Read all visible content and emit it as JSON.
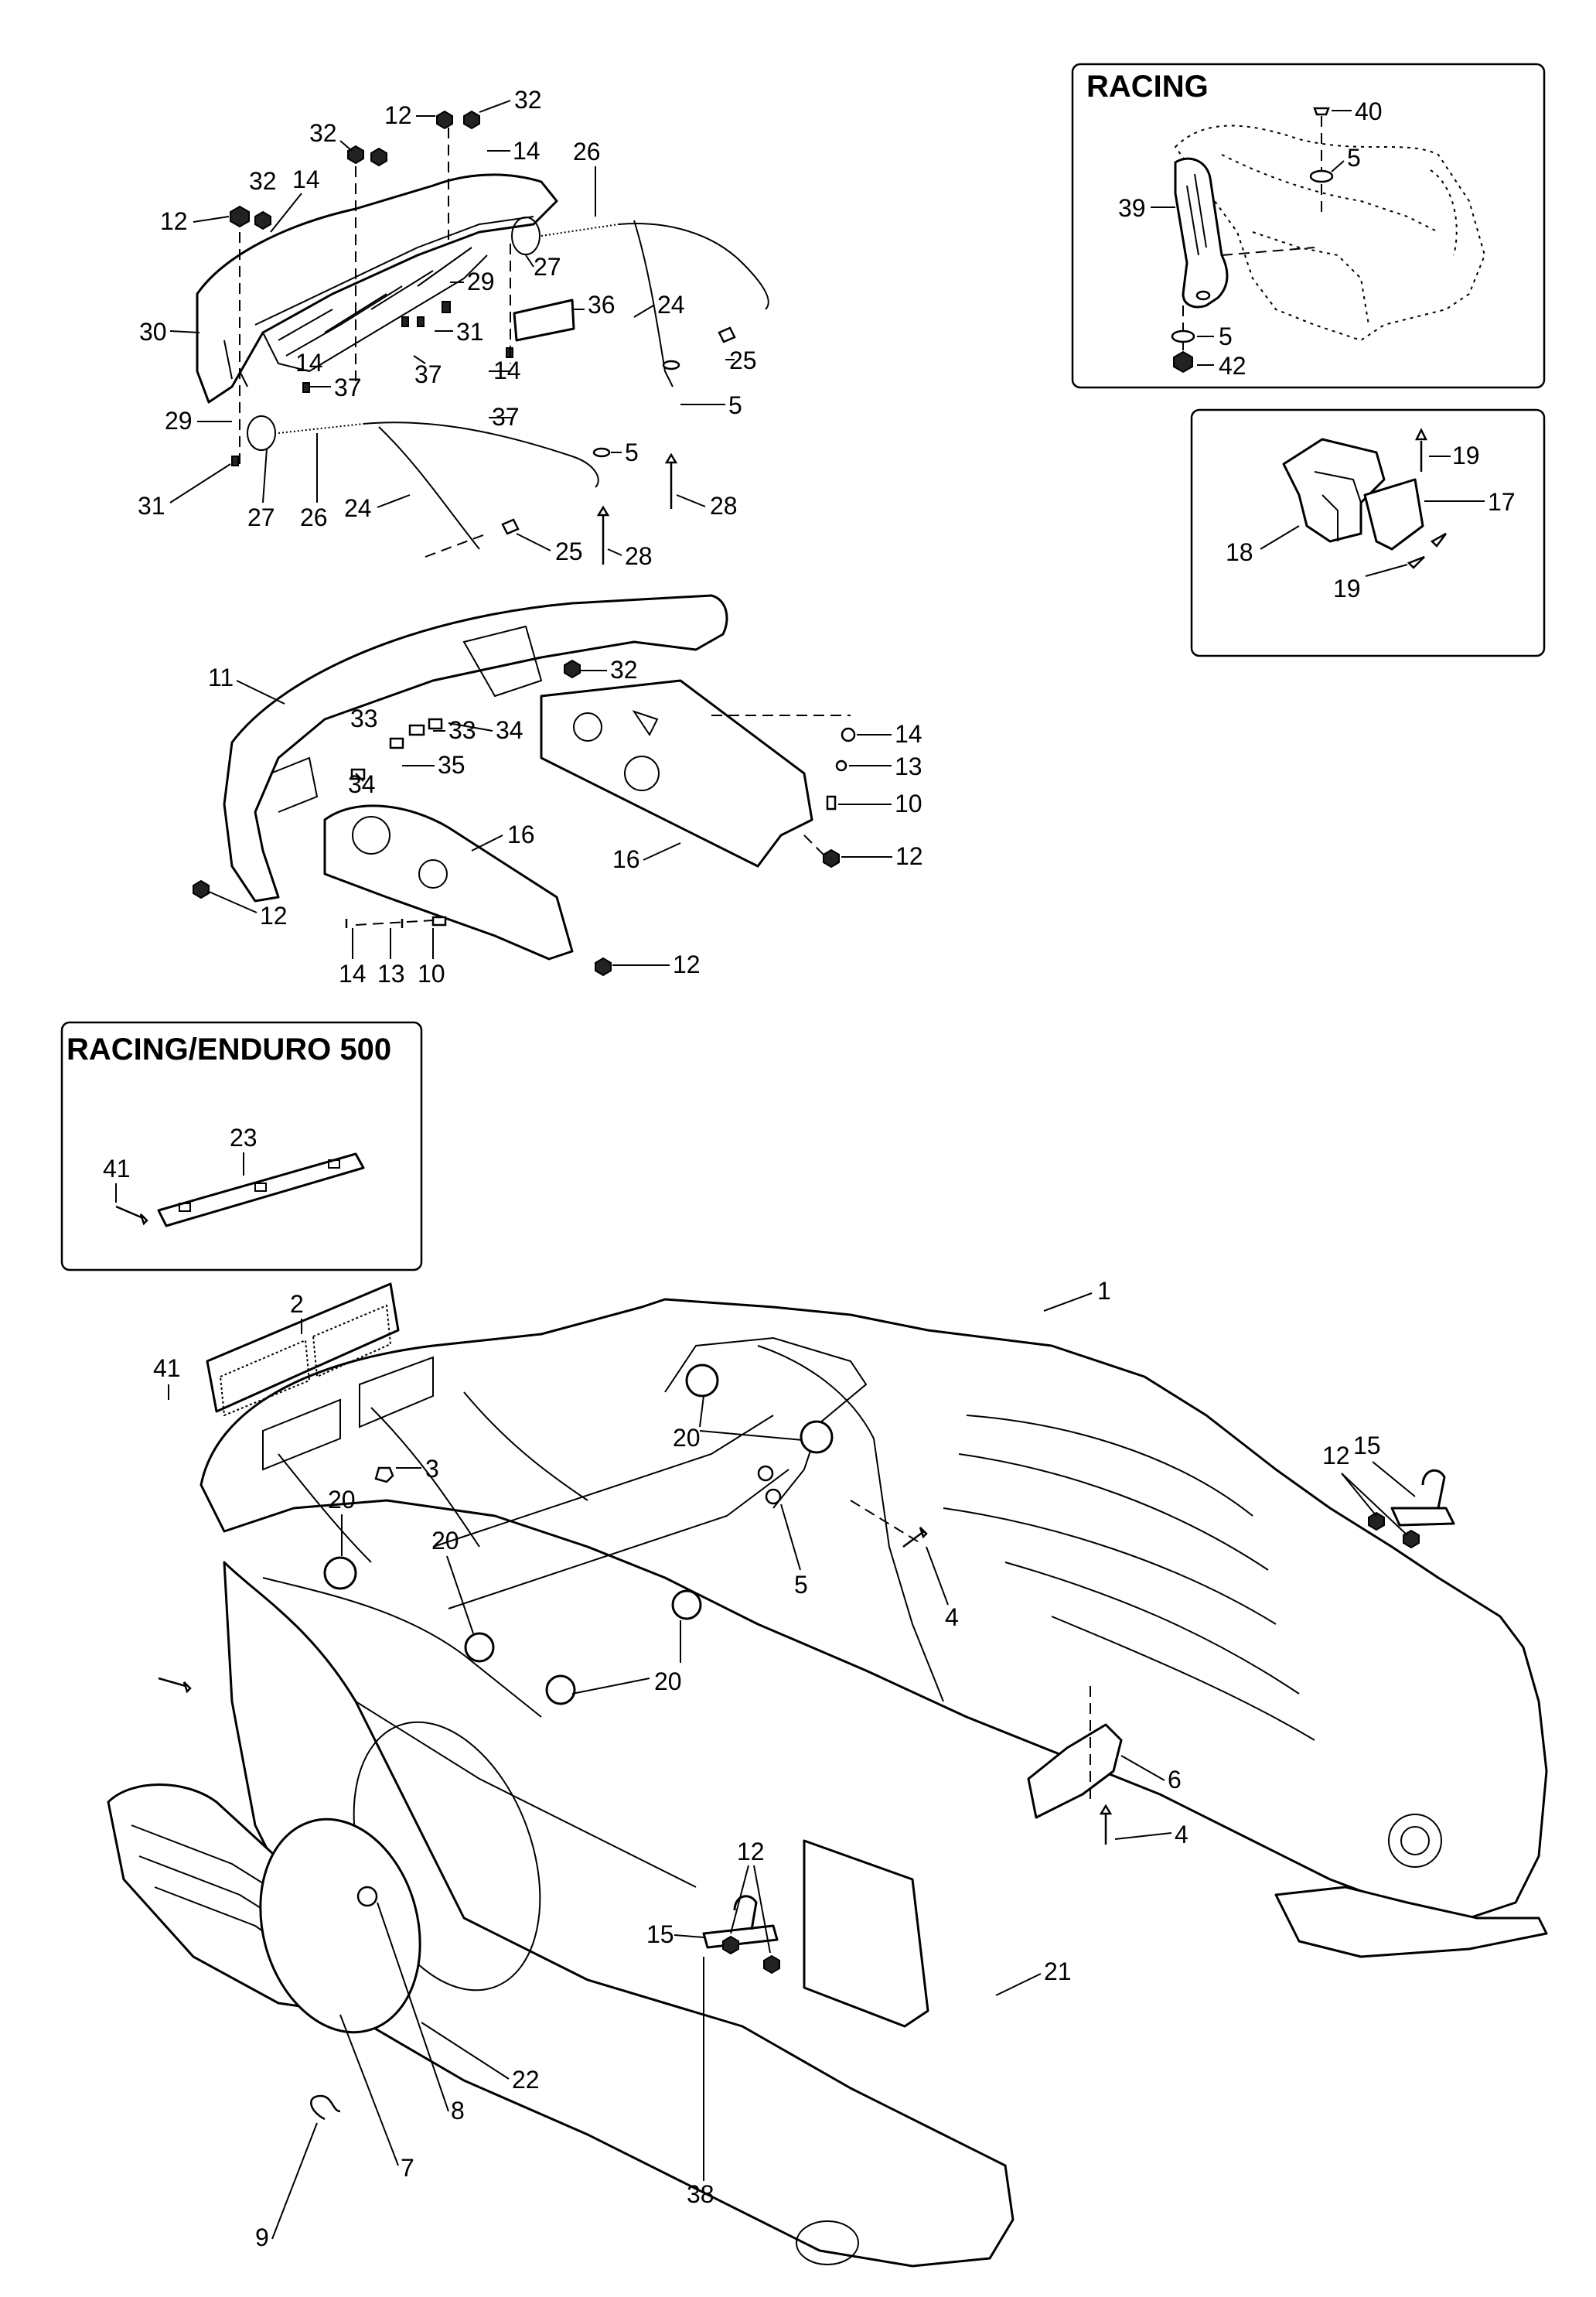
{
  "insets": {
    "racing": {
      "title": "RACING"
    },
    "racing_enduro": {
      "title": "RACING/ENDURO 500"
    }
  },
  "callouts": {
    "n1": "1",
    "n2": "2",
    "n3": "3",
    "n4a": "4",
    "n4b": "4",
    "n5a": "5",
    "n5b": "5",
    "n5c": "5",
    "n5d": "5",
    "n5e": "5",
    "n6": "6",
    "n7": "7",
    "n8": "8",
    "n9": "9",
    "n10a": "10",
    "n10b": "10",
    "n11": "11",
    "n12a": "12",
    "n12b": "12",
    "n12c": "12",
    "n12d": "12",
    "n12e": "12",
    "n12f": "12",
    "n12g": "12",
    "n13a": "13",
    "n13b": "13",
    "n14a": "14",
    "n14b": "14",
    "n14c": "14",
    "n14d": "14",
    "n14e": "14",
    "n14f": "14",
    "n15a": "15",
    "n15b": "15",
    "n16a": "16",
    "n16b": "16",
    "n17": "17",
    "n18": "18",
    "n19a": "19",
    "n19b": "19",
    "n20a": "20",
    "n20b": "20",
    "n20c": "20",
    "n20d": "20",
    "n21": "21",
    "n22": "22",
    "n23": "23",
    "n24a": "24",
    "n24b": "24",
    "n25a": "25",
    "n25b": "25",
    "n26a": "26",
    "n26b": "26",
    "n27a": "27",
    "n27b": "27",
    "n28a": "28",
    "n28b": "28",
    "n29a": "29",
    "n29b": "29",
    "n30": "30",
    "n31a": "31",
    "n31b": "31",
    "n32a": "32",
    "n32b": "32",
    "n32c": "32",
    "n32d": "32",
    "n33a": "33",
    "n33b": "33",
    "n34a": "34",
    "n34b": "34",
    "n35": "35",
    "n36": "36",
    "n37a": "37",
    "n37b": "37",
    "n37c": "37",
    "n38": "38",
    "n39": "39",
    "n40": "40",
    "n41a": "41",
    "n41b": "41",
    "n42": "42"
  }
}
